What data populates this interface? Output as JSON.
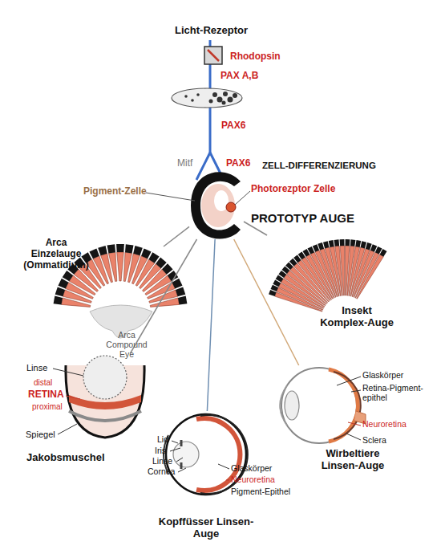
{
  "diagram": {
    "nodes": [
      {
        "text": [
          "PROTOTYP AUGE"
        ]
      },
      {
        "text": [
          "Arca Einzelauge (Ommatidium)",
          "Arca Compound Eye"
        ]
      },
      {
        "text": [
          "Insekt Komplex-Auge"
        ]
      },
      {
        "text": [
          "Jakobsmuschel"
        ]
      },
      {
        "text": [
          "Kopffüsser Linsen-Auge"
        ]
      },
      {
        "text": [
          "Wirbeltiere Linsen-Auge"
        ]
      }
    ],
    "edges": [
      {
        "from": 0,
        "to": 1,
        "arrow": "none"
      },
      {
        "from": 0,
        "to": 2,
        "arrow": "none"
      },
      {
        "from": 0,
        "to": 3,
        "arrow": "none"
      },
      {
        "from": 0,
        "to": 4,
        "arrow": "none"
      },
      {
        "from": 0,
        "to": 5,
        "arrow": "none"
      }
    ],
    "labels": [
      "Licht-Rezeptor",
      "Rhodopsin",
      "PAX A,B",
      "PAX6",
      "Mitf",
      "PAX6",
      "ZELL-DIFFERENZIERUNG",
      "Pigment-Zelle",
      "Photorezptor Zelle",
      "Linse",
      "distal",
      "RETINA",
      "proximal",
      "Spiegel",
      "Lid",
      "Iris",
      "Linse",
      "Cornea",
      "Glaskörper",
      "Neuroretina",
      "Pigment-Epithel",
      "Glaskörper",
      "Retina-Pigment-epithel",
      "Neuroretina",
      "Sclera"
    ]
  }
}
